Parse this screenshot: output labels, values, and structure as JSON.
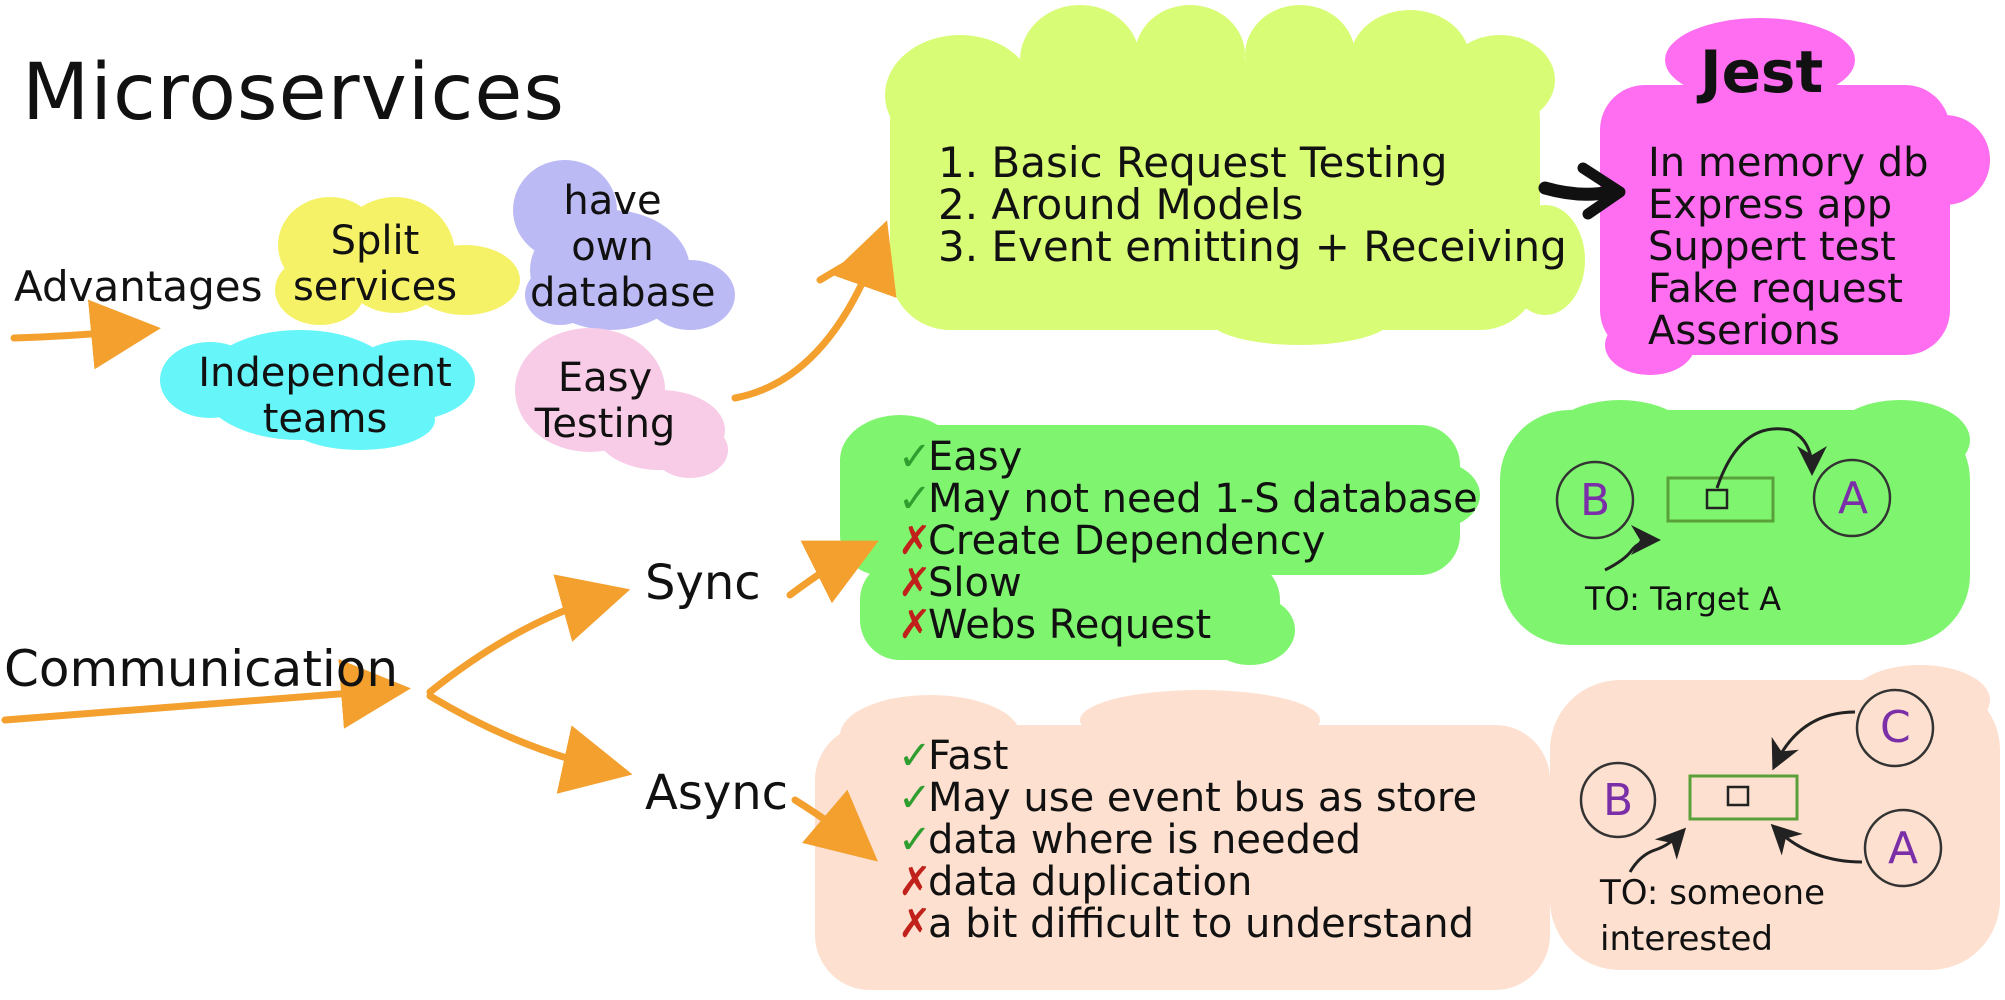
{
  "title": "Microservices",
  "colors": {
    "arrow": "#f3a02f",
    "split": "#f6f267",
    "database": "#bcbaf5",
    "independent": "#66f5f8",
    "easy_testing": "#f8cbe7",
    "testing_steps": "#d9fc76",
    "jest": "#ff6df1",
    "sync": "#7ff56f",
    "async": "#fde0cf",
    "check": "#2f9e2f",
    "cross": "#c0221b",
    "node": "#7a2fa8",
    "box": "#5aa03a"
  },
  "advantages": {
    "label": "Advantages",
    "items": [
      "Split services",
      "have own database",
      "Independent teams",
      "Easy Testing"
    ]
  },
  "testing": {
    "steps": [
      "1.  Basic Request Testing",
      "2.  Around Models",
      "3.  Event emitting + Receiving"
    ]
  },
  "jest": {
    "title": "Jest",
    "items": [
      "In memory db",
      "Express app",
      "Suppert test",
      "Fake request",
      "Asserions"
    ]
  },
  "communication": {
    "label": "Communication",
    "sync": {
      "label": "Sync",
      "items": [
        {
          "mark": "✓",
          "text": "Easy"
        },
        {
          "mark": "✓",
          "text": "May not need 1-S database"
        },
        {
          "mark": "✗",
          "text": "Create Dependency"
        },
        {
          "mark": "✗",
          "text": "Slow"
        },
        {
          "mark": "✗",
          "text": "Webs Request"
        }
      ],
      "diagram": {
        "node_b": "B",
        "node_a": "A",
        "caption": "TO: Target A"
      }
    },
    "async": {
      "label": "Async",
      "items": [
        {
          "mark": "✓",
          "text": "Fast"
        },
        {
          "mark": "✓",
          "text": "May use event bus as store"
        },
        {
          "mark": "✓",
          "text": "data where is needed"
        },
        {
          "mark": "✗",
          "text": "data duplication"
        },
        {
          "mark": "✗",
          "text": "a bit difficult to understand"
        }
      ],
      "diagram": {
        "node_b": "B",
        "node_c": "C",
        "node_a": "A",
        "caption": "TO: someone interested"
      }
    }
  }
}
